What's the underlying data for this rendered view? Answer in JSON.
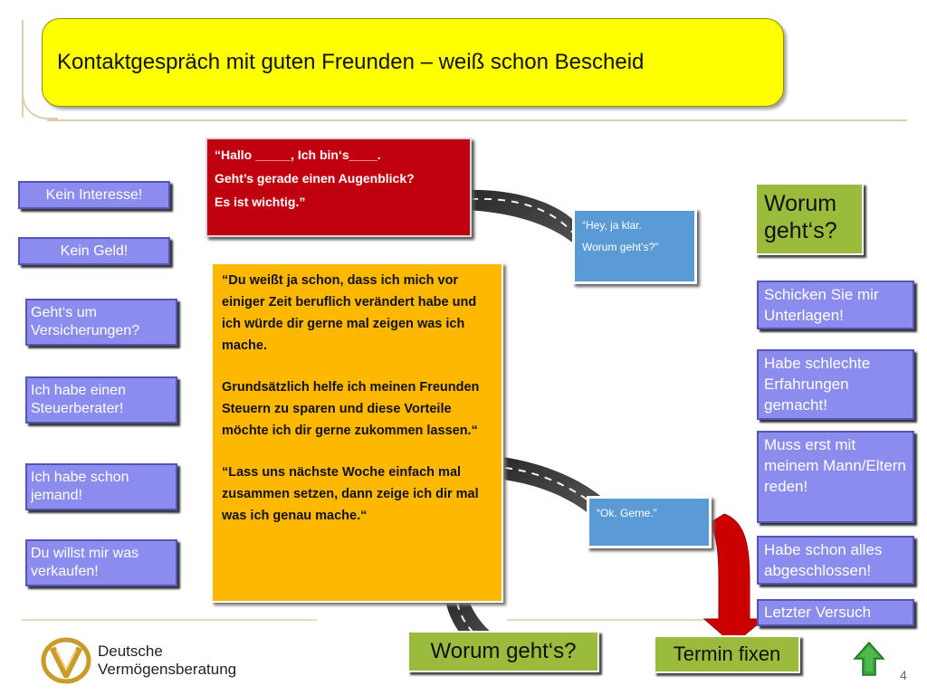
{
  "title": "Kontaktgespräch mit guten Freunden – weiß schon Bescheid",
  "opening_box": {
    "lines": [
      "“Hallo  _____, Ich bin‘s____.",
      "Geht’s gerade einen Augenblick?",
      "Es ist wichtig.”"
    ]
  },
  "reply_1": {
    "lines": [
      "“Hey, ja klar.",
      "Worum geht’s?”"
    ]
  },
  "reply_2": {
    "lines": [
      "“Ok.  Gerne.”"
    ]
  },
  "main_speech": {
    "paragraphs": [
      "“Du weißt ja schon, dass ich mich vor einiger Zeit beruflich verändert habe und ich würde dir gerne mal zeigen was ich mache.",
      "Grundsätzlich helfe ich meinen Freunden Steuern zu sparen und diese Vorteile möchte ich dir gerne zukommen lassen.“",
      "“Lass uns nächste Woche einfach mal zusammen setzen, dann zeige ich dir mal was ich genau mache.“"
    ]
  },
  "left_objections": [
    "Kein Interesse!",
    "Kein Geld!",
    "Geht‘s um Versicherungen?",
    "Ich habe einen Steuerberater!",
    "Ich habe schon jemand!",
    "Du willst mir was verkaufen!"
  ],
  "right_objections": [
    "Schicken Sie mir Unterlagen!",
    "Habe schlechte Erfahrungen gemacht!",
    "Muss erst mit meinem Mann/Eltern reden!",
    "Habe schon alles abgeschlossen!",
    "Letzter Versuch"
  ],
  "worum_top": "Worum geht‘s?",
  "worum_bottom": "Worum geht‘s?",
  "termin": "Termin fixen",
  "logo": {
    "line1": "Deutsche",
    "line2": "Vermögensberatung"
  },
  "page_number": "4",
  "colors": {
    "title_bg": "#ffff00",
    "opening_bg": "#c0000f",
    "speech_bg": "#ffb800",
    "objection_bg": "#8c8cee",
    "reply_bg": "#5b9bd5",
    "green_bg": "#9bbb3c",
    "arrow_red": "#cc0000",
    "nav_green": "#3aa63a"
  },
  "icons": [
    "road-graphic",
    "red-arrow-icon",
    "home-arrow-icon",
    "dvag-logo-icon"
  ]
}
